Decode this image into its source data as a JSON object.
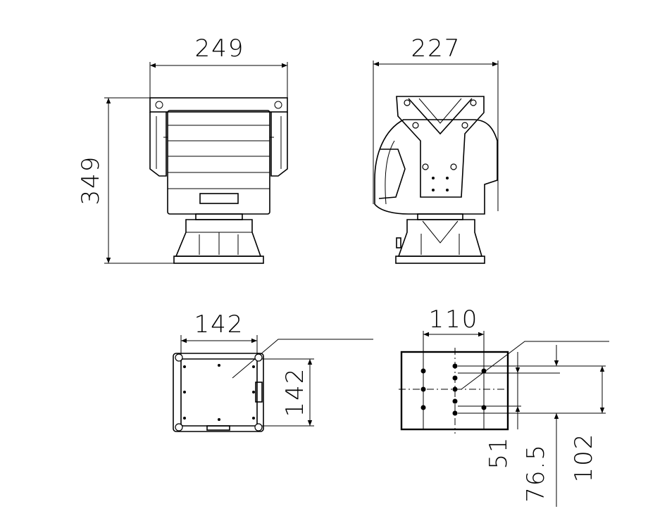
{
  "dimensions": {
    "front_width": "249",
    "side_width": "227",
    "total_height": "349",
    "base_width": "142",
    "base_height": "142",
    "plate_width": "110",
    "plate_offset_51": "51",
    "plate_offset_76_5": "76.5",
    "plate_offset_102": "102"
  }
}
